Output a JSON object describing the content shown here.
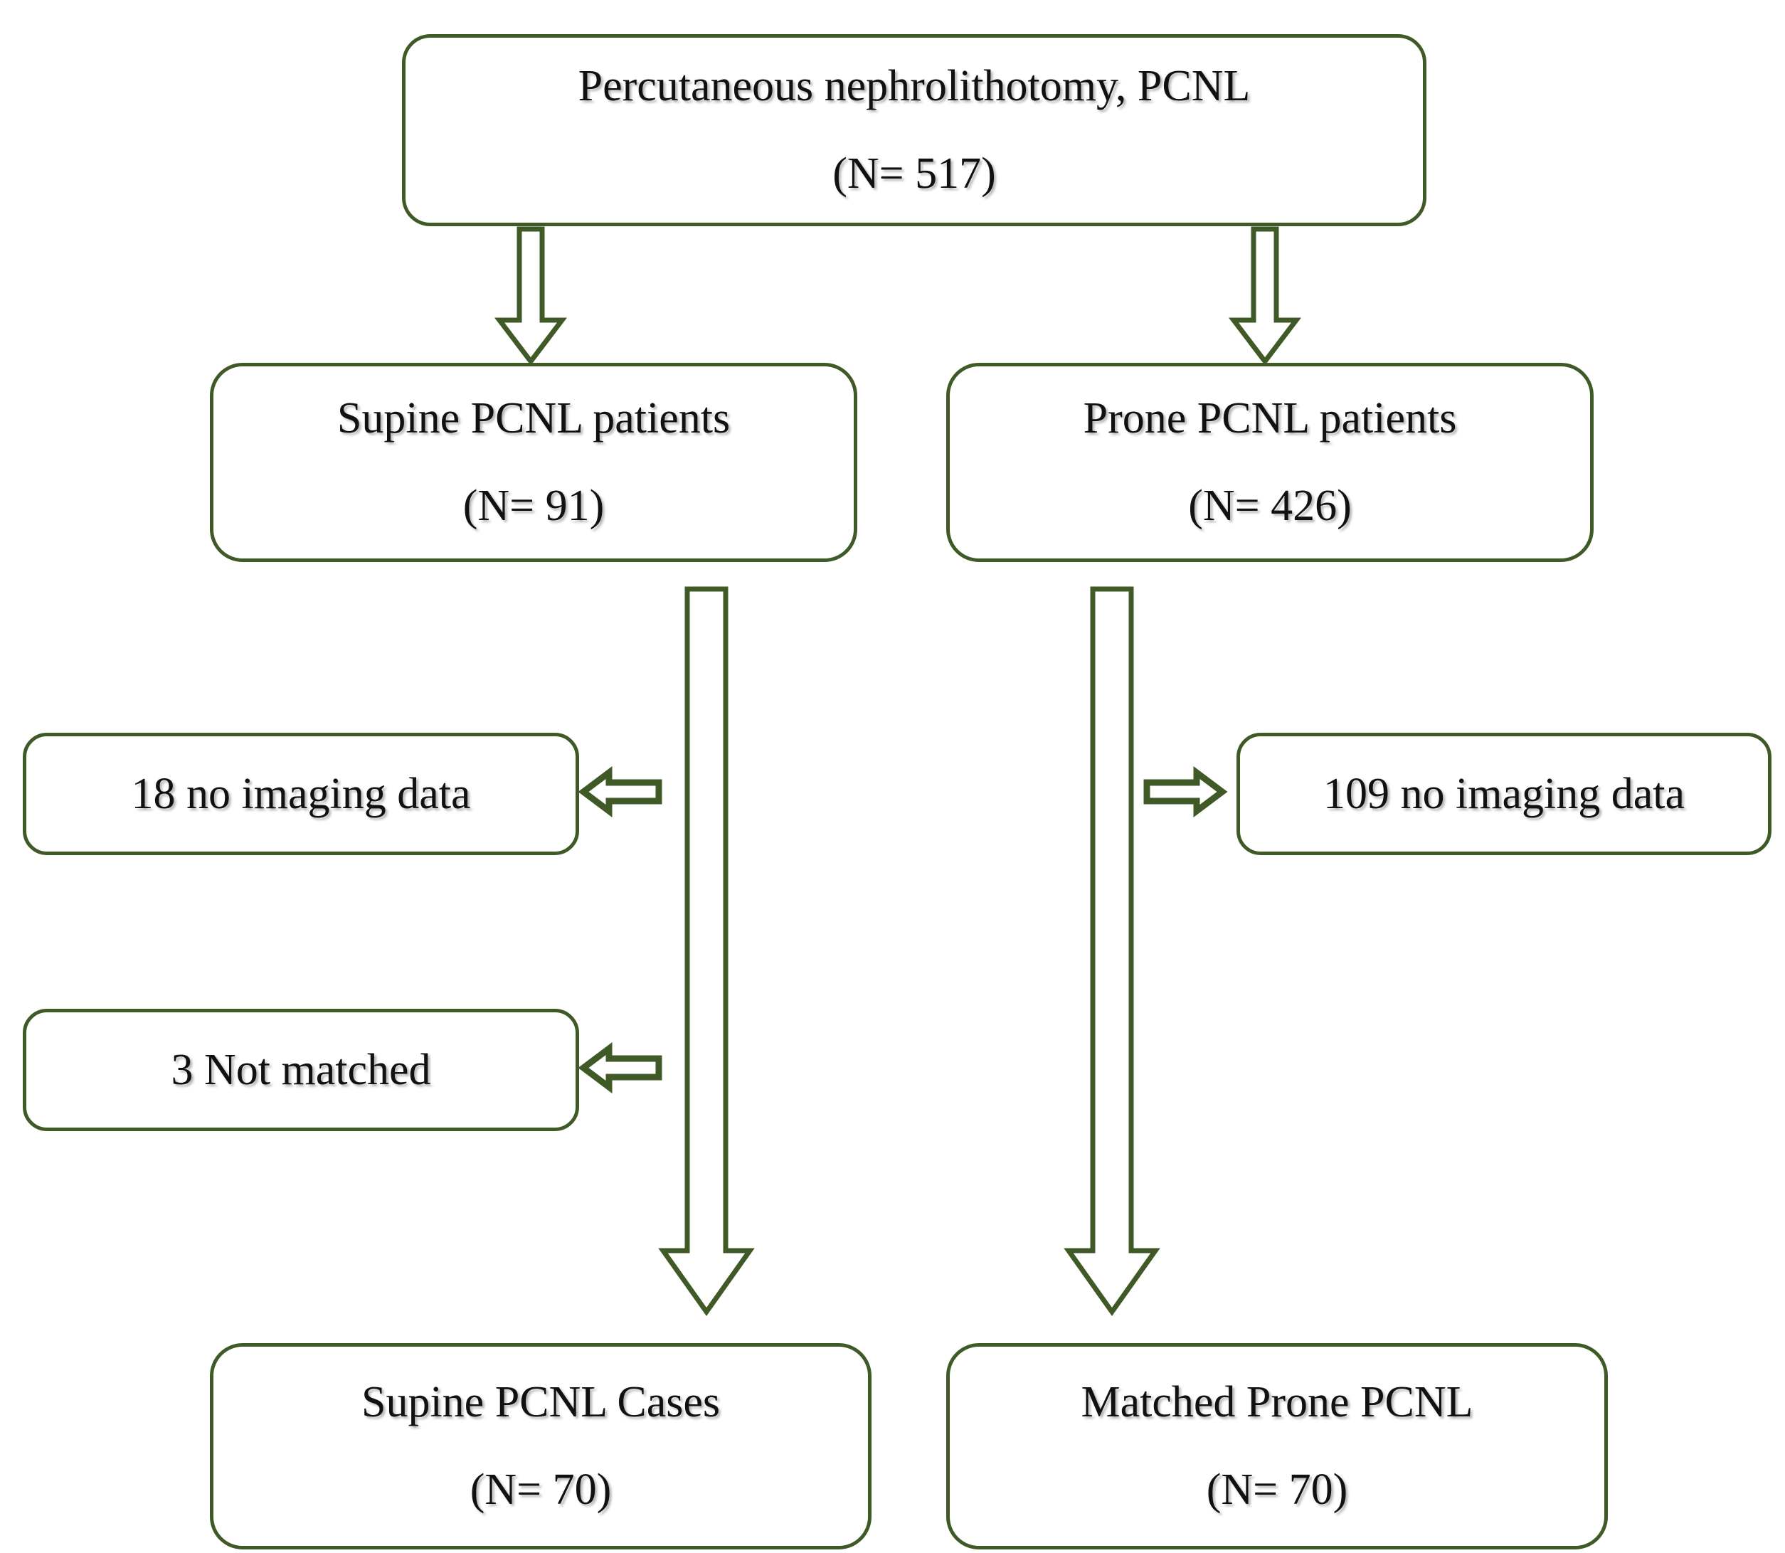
{
  "diagram": {
    "title": "PCNL patient selection flow diagram",
    "accent_color": "#3F5A26",
    "text_color": "#111111",
    "background_color": "#FFFFFF",
    "nodes": [
      {
        "id": "root",
        "label": "Percutaneous nephrolithotomy, PCNL",
        "count": "(N= 517)"
      },
      {
        "id": "supine",
        "label": "Supine PCNL patients",
        "count": "(N= 91)"
      },
      {
        "id": "prone",
        "label": "Prone PCNL patients",
        "count": "(N= 426)"
      },
      {
        "id": "excluded-left-1",
        "label": "18 no imaging data"
      },
      {
        "id": "excluded-right-1",
        "label": "109 no imaging data"
      },
      {
        "id": "excluded-left-2",
        "label": "3 Not matched"
      },
      {
        "id": "cases-left",
        "label": "Supine PCNL Cases",
        "count": "(N= 70)"
      },
      {
        "id": "cases-right",
        "label": "Matched Prone PCNL",
        "count": "(N= 70)"
      }
    ],
    "edges": [
      {
        "id": "root-to-supine",
        "from": "root",
        "to": "supine",
        "direction": "down"
      },
      {
        "id": "root-to-prone",
        "from": "root",
        "to": "prone",
        "direction": "down"
      },
      {
        "id": "supine-to-cases",
        "from": "supine",
        "to": "cases-left",
        "direction": "down"
      },
      {
        "id": "prone-to-cases",
        "from": "prone",
        "to": "cases-right",
        "direction": "down"
      },
      {
        "id": "supine-to-excluded-1",
        "from": "supine",
        "to": "excluded-left-1",
        "direction": "left"
      },
      {
        "id": "supine-to-excluded-2",
        "from": "supine",
        "to": "excluded-left-2",
        "direction": "left"
      },
      {
        "id": "prone-to-excluded-1",
        "from": "prone",
        "to": "excluded-right-1",
        "direction": "right"
      }
    ]
  }
}
